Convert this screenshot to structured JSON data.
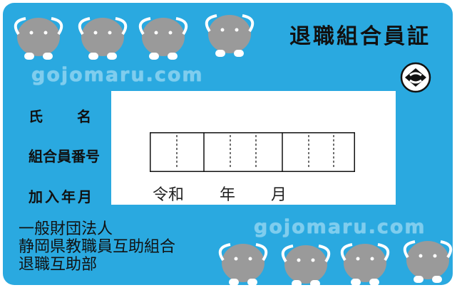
{
  "card": {
    "title": "退職組合員証",
    "watermark_top": "gojomaru.com",
    "watermark_bottom": "gojomaru.com",
    "fields": {
      "name_label_1": "氏",
      "name_label_2": "名",
      "number_label": "組合員番号",
      "joined_label": "加入年月"
    },
    "era": {
      "era_name": "令和",
      "year_unit": "年",
      "month_unit": "月"
    },
    "organization": {
      "line1": "一般財団法人",
      "line2": "静岡県教職員互助組合",
      "line3": "退職互助部"
    },
    "icons": {
      "emblem": "organization-emblem-icon",
      "mascot": "mascot-character-icon"
    }
  },
  "colors": {
    "card_background": "#2aa9e0",
    "watermark": "#7fcdee",
    "mascot": "#9a9a9a",
    "text": "#111111"
  }
}
